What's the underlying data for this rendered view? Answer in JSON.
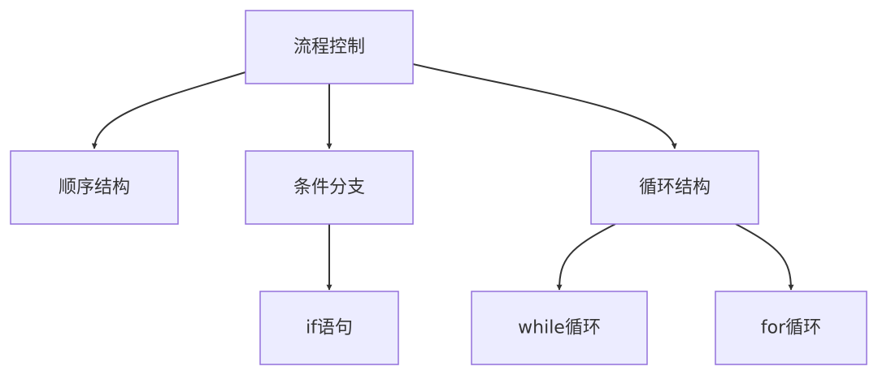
{
  "colors": {
    "node_fill": "#ECECFF",
    "node_border": "#9370DB",
    "edge": "#333333",
    "text": "#333333"
  },
  "nodes": {
    "root": "流程控制",
    "sequence": "顺序结构",
    "branch": "条件分支",
    "loop": "循环结构",
    "if_stmt": "if语句",
    "while_loop": "while循环",
    "for_loop": "for循环"
  },
  "edges": [
    [
      "root",
      "sequence"
    ],
    [
      "root",
      "branch"
    ],
    [
      "root",
      "loop"
    ],
    [
      "branch",
      "if_stmt"
    ],
    [
      "loop",
      "while_loop"
    ],
    [
      "loop",
      "for_loop"
    ]
  ]
}
